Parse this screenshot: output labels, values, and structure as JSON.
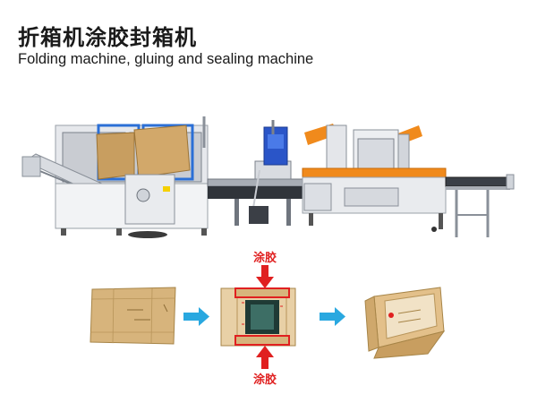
{
  "header": {
    "title_cn": "折箱机涂胶封箱机",
    "title_en": "Folding machine, gluing and sealing machine"
  },
  "process": {
    "glue_label_top": "涂胶",
    "glue_label_bottom": "涂胶"
  },
  "colors": {
    "accent_orange": "#f08a1c",
    "arrow_cyan": "#29a8e0",
    "glue_red": "#e02020",
    "cardboard": "#d7b47c"
  }
}
